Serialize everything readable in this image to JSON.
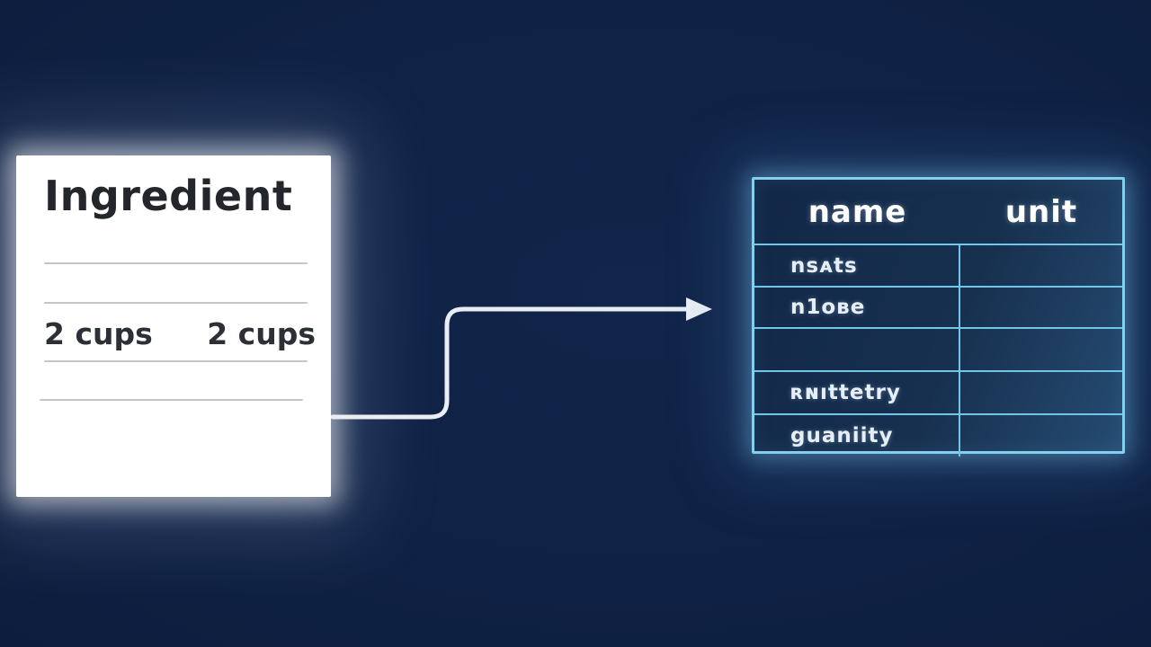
{
  "scene": {
    "background_color": "#0f2144",
    "arrow_color": "#e9eef5",
    "table_border_color": "#82cfee"
  },
  "card": {
    "title": "Ingredient",
    "quantities": [
      "2 cups",
      "2 cups"
    ]
  },
  "table": {
    "columns": [
      "name",
      "unit"
    ],
    "rows": [
      {
        "name": "nsᴀts",
        "unit": ""
      },
      {
        "name": "n1oʙe",
        "unit": ""
      },
      {
        "name": "",
        "unit": ""
      },
      {
        "name": "ʀɴıttetry",
        "unit": ""
      },
      {
        "name": "guaniity",
        "unit": ""
      }
    ]
  }
}
